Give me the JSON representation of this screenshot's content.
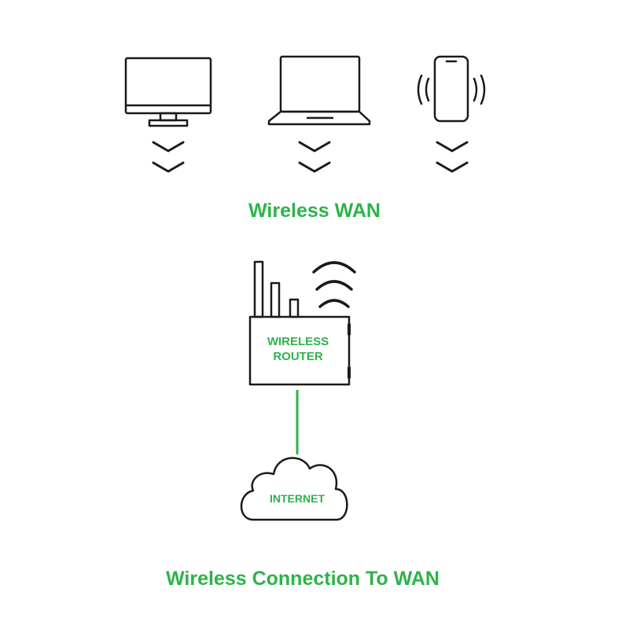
{
  "labels": {
    "network": "Wireless WAN",
    "router_line1": "WIRELESS",
    "router_line2": "ROUTER",
    "internet": "INTERNET",
    "caption": "Wireless Connection To WAN"
  },
  "colors": {
    "accent": "#2db34a",
    "outline": "#1a1a1a",
    "background": "#ffffff"
  },
  "devices": [
    {
      "icon": "desktop-monitor-icon"
    },
    {
      "icon": "laptop-icon"
    },
    {
      "icon": "smartphone-icon"
    }
  ]
}
